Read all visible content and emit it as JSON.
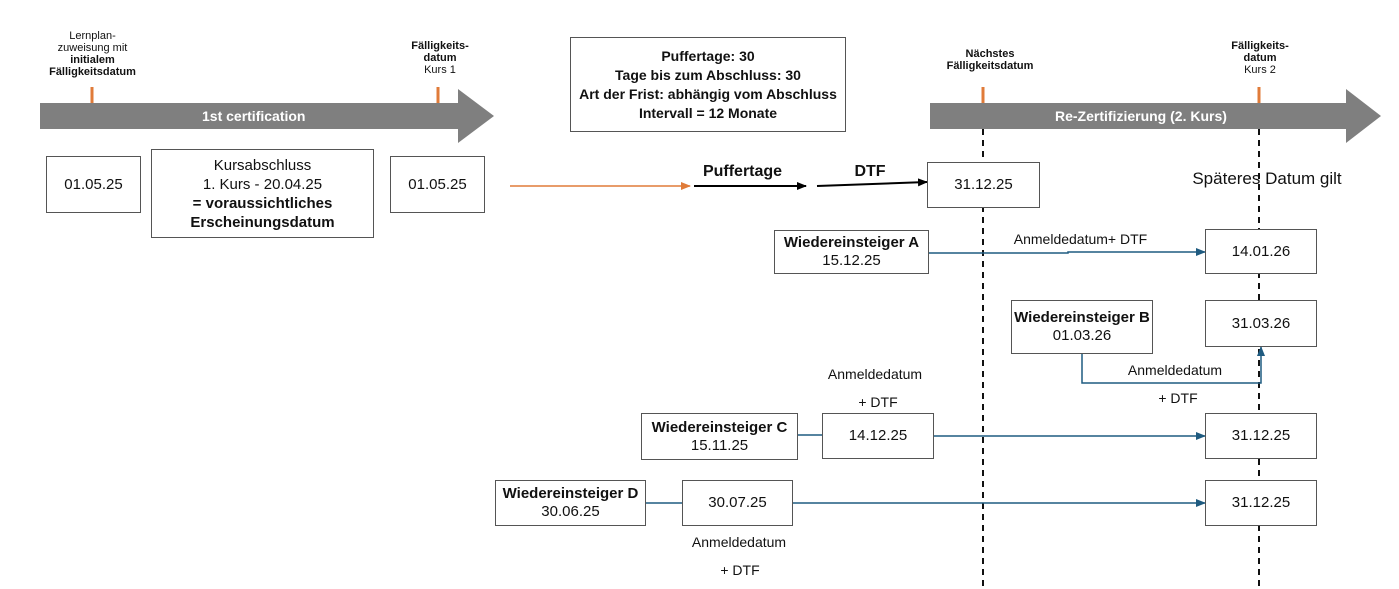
{
  "top": {
    "assign_line1": "Lernplan-",
    "assign_line2": "zuweisung mit",
    "assign_line3": "initialem",
    "assign_line4": "Fälligkeitsdatum",
    "due1_line1": "Fälligkeits-",
    "due1_line2": "datum",
    "due1_line3": "Kurs 1",
    "next_line1": "Nächstes",
    "next_line2": "Fälligkeitsdatum",
    "due2_line1": "Fälligkeits-",
    "due2_line2": "datum",
    "due2_line3": "Kurs 2"
  },
  "arrows": {
    "first": "1st certification",
    "second": "Re-Zertifizierung (2. Kurs)"
  },
  "info_box": {
    "line1": "Puffertage: 30",
    "line2": "Tage bis zum Abschluss: 30",
    "line3": "Art der Frist: abhängig vom Abschluss",
    "line4": "Intervall = 12 Monate"
  },
  "first_row": {
    "date_a": "01.05.25",
    "course_line1": "Kursabschluss",
    "course_line2": "1. Kurs - 20.04.25",
    "course_line3": "= voraussichtliches",
    "course_line4": "Erscheinungsdatum",
    "date_b": "01.05.25",
    "puffertage": "Puffertage",
    "dtf": "DTF",
    "next_date": "31.12.25",
    "later_note": "Späteres Datum gilt"
  },
  "reentrants": {
    "a": {
      "title": "Wiedereinsteiger A",
      "date": "15.12.25",
      "label": "Anmeldedatum+ DTF",
      "result": "14.01.26"
    },
    "b": {
      "title": "Wiedereinsteiger B",
      "date": "01.03.26",
      "label1": "Anmeldedatum",
      "label2": "+ DTF",
      "result": "31.03.26"
    },
    "c": {
      "title": "Wiedereinsteiger C",
      "date": "15.11.25",
      "label1": "Anmeldedatum",
      "label2": "+ DTF",
      "mid": "14.12.25",
      "result": "31.12.25"
    },
    "d": {
      "title": "Wiedereinsteiger D",
      "date": "30.06.25",
      "label1": "Anmeldedatum",
      "label2": "+ DTF",
      "mid": "30.07.25",
      "result": "31.12.25"
    }
  },
  "colors": {
    "arrow_gray": "#7f7f7f",
    "tick_orange": "#e07b39",
    "connector_blue": "#1f5b80",
    "border": "#555555"
  }
}
